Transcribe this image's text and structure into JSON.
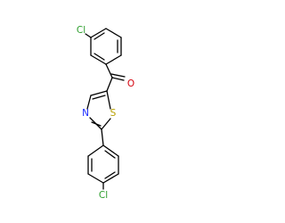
{
  "molecule": {
    "atoms": {
      "cl_top": "Cl",
      "o": "O",
      "n": "N",
      "s": "S",
      "cl_bottom": "Cl"
    },
    "colors": {
      "bond": "#000000",
      "cl": "#2a9d2a",
      "o": "#d4000c",
      "n": "#1a2bff",
      "s": "#b8a000"
    }
  }
}
